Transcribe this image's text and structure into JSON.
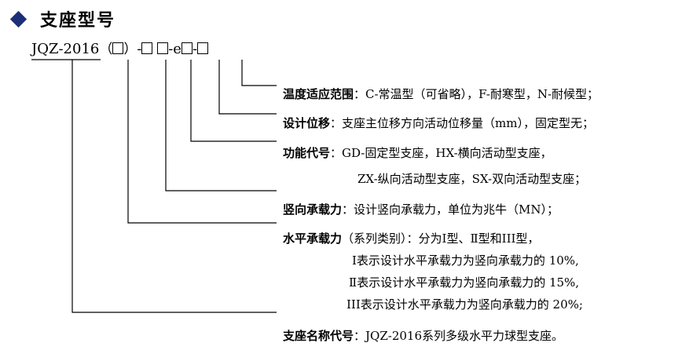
{
  "heading": {
    "title": "支座型号"
  },
  "model_code": {
    "prefix": "JQZ-2016",
    "paren_open": "（",
    "paren_close": "）",
    "dash1": "-",
    "dash2": "-e",
    "dash3": "-"
  },
  "entries": {
    "temp_range": {
      "label": "温度适应范围",
      "text": "：C-常温型（可省略），F-耐寒型，N-耐候型；"
    },
    "design_disp": {
      "label": "设计位移",
      "text": "：支座主位移方向活动位移量（mm），固定型无；"
    },
    "function_code": {
      "label": "功能代号",
      "text": "：GD-固定型支座，HX-横向活动型支座，",
      "text2": "ZX-纵向活动型支座，SX-双向活动型支座；"
    },
    "vertical_load": {
      "label": "竖向承载力",
      "text": "：设计竖向承载力，单位为兆牛（MN）；"
    },
    "horizontal_load": {
      "label": "水平承载力",
      "note": "（系列类别）",
      "text": "：分为Ⅰ型、Ⅱ型和III型，",
      "lines": [
        "Ⅰ表示设计水平承载力为竖向承载力的 10%,",
        "Ⅱ表示设计水平承载力为竖向承载力的 15%,",
        "III表示设计水平承载力为竖向承载力的 20%;"
      ]
    },
    "name_code": {
      "label": "支座名称代号",
      "text": "：JQZ-2016系列多级水平力球型支座。"
    }
  },
  "colors": {
    "diamond": "#1b2f78",
    "text": "#000000",
    "lines": "#000000"
  }
}
